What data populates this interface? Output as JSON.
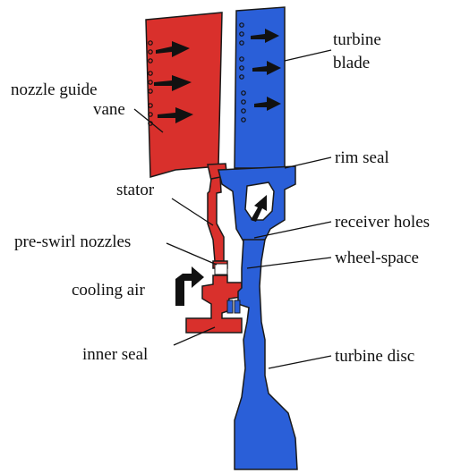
{
  "labels": {
    "nozzle_guide_vane_line1": "nozzle guide",
    "nozzle_guide_vane_line2": "vane",
    "turbine_blade_line1": "turbine",
    "turbine_blade_line2": "blade",
    "rim_seal": "rim seal",
    "stator": "stator",
    "receiver_holes": "receiver holes",
    "pre_swirl_nozzles": "pre-swirl nozzles",
    "wheel_space": "wheel-space",
    "cooling_air": "cooling air",
    "inner_seal": "inner seal",
    "turbine_disc": "turbine disc"
  },
  "colors": {
    "stator_red": "#d9302c",
    "rotor_blue": "#2a5fd8",
    "outline": "#1a1a1a",
    "text": "#111111"
  },
  "icons": {
    "flow_arrow": "right-arrow-icon",
    "cooling_air_arrow": "curved-up-right-arrow-icon"
  }
}
